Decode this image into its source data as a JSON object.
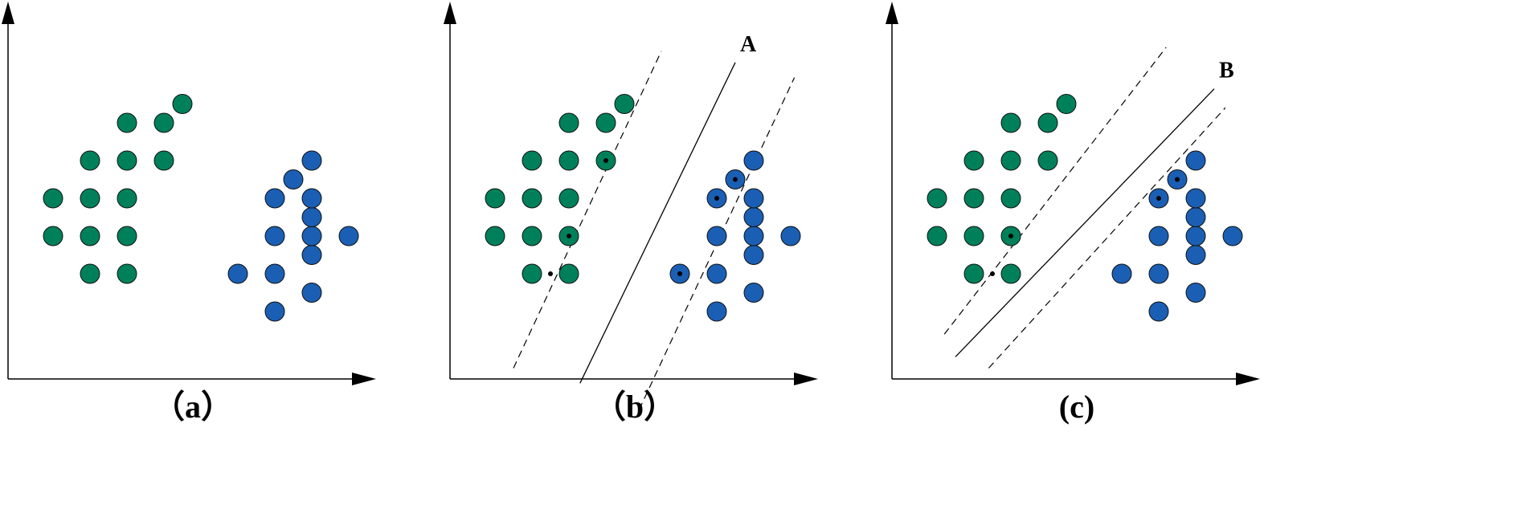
{
  "colors": {
    "class_1": "#00805a",
    "class_2": "#1a5fb4",
    "outline": "#111111",
    "axis": "#000000"
  },
  "panels": [
    {
      "caption": "（a）",
      "line_label": "",
      "class_1_points": [
        [
          1,
          2
        ],
        [
          2,
          2
        ],
        [
          0,
          3
        ],
        [
          1,
          3
        ],
        [
          2,
          3
        ],
        [
          0,
          4
        ],
        [
          1,
          4
        ],
        [
          2,
          4
        ],
        [
          1,
          5
        ],
        [
          2,
          5
        ],
        [
          3,
          5
        ],
        [
          2,
          6
        ],
        [
          3,
          6
        ],
        [
          3.5,
          6.5
        ]
      ],
      "class_2_points": [
        [
          5,
          2
        ],
        [
          6,
          1
        ],
        [
          6,
          2
        ],
        [
          7,
          1.5
        ],
        [
          7,
          2.5
        ],
        [
          6,
          3
        ],
        [
          7,
          3
        ],
        [
          8,
          3
        ],
        [
          7,
          3.5
        ],
        [
          6,
          4
        ],
        [
          7,
          4
        ],
        [
          6.5,
          4.5
        ],
        [
          7,
          5
        ]
      ],
      "separator": null,
      "margins": [],
      "support_vectors": []
    },
    {
      "caption": "（b）",
      "line_label": "A",
      "class_1_points": [
        [
          1,
          2
        ],
        [
          2,
          2
        ],
        [
          0,
          3
        ],
        [
          1,
          3
        ],
        [
          2,
          3
        ],
        [
          0,
          4
        ],
        [
          1,
          4
        ],
        [
          2,
          4
        ],
        [
          1,
          5
        ],
        [
          2,
          5
        ],
        [
          3,
          5
        ],
        [
          2,
          6
        ],
        [
          3,
          6
        ],
        [
          3.5,
          6.5
        ]
      ],
      "class_2_points": [
        [
          5,
          2
        ],
        [
          6,
          1
        ],
        [
          6,
          2
        ],
        [
          7,
          1.5
        ],
        [
          7,
          2.5
        ],
        [
          6,
          3
        ],
        [
          7,
          3
        ],
        [
          8,
          3
        ],
        [
          7,
          3.5
        ],
        [
          6,
          4
        ],
        [
          7,
          4
        ],
        [
          6.5,
          4.5
        ],
        [
          7,
          5
        ]
      ],
      "separator": [
        [
          2.3,
          -0.9
        ],
        [
          6.5,
          7.6
        ]
      ],
      "margins": [
        [
          [
            0.5,
            -0.5
          ],
          [
            4.5,
            7.9
          ]
        ],
        [
          [
            3.9,
            -1.6
          ],
          [
            8.1,
            7.2
          ]
        ]
      ],
      "support_vectors": [
        [
          1.5,
          2
        ],
        [
          2,
          3
        ],
        [
          3,
          5
        ],
        [
          5,
          2
        ],
        [
          6,
          4
        ],
        [
          6.5,
          4.5
        ]
      ]
    },
    {
      "caption": "(c)",
      "line_label": "B",
      "class_1_points": [
        [
          1,
          2
        ],
        [
          2,
          2
        ],
        [
          0,
          3
        ],
        [
          1,
          3
        ],
        [
          2,
          3
        ],
        [
          0,
          4
        ],
        [
          1,
          4
        ],
        [
          2,
          4
        ],
        [
          1,
          5
        ],
        [
          2,
          5
        ],
        [
          3,
          5
        ],
        [
          2,
          6
        ],
        [
          3,
          6
        ],
        [
          3.5,
          6.5
        ]
      ],
      "class_2_points": [
        [
          5,
          2
        ],
        [
          6,
          1
        ],
        [
          6,
          2
        ],
        [
          7,
          1.5
        ],
        [
          7,
          2.5
        ],
        [
          6,
          3
        ],
        [
          7,
          3
        ],
        [
          8,
          3
        ],
        [
          7,
          3.5
        ],
        [
          6,
          4
        ],
        [
          7,
          4
        ],
        [
          6.5,
          4.5
        ],
        [
          7,
          5
        ]
      ],
      "separator": [
        [
          0.5,
          -0.2
        ],
        [
          7.5,
          6.9
        ]
      ],
      "margins": [
        [
          [
            0.2,
            0.4
          ],
          [
            6.2,
            8.0
          ]
        ],
        [
          [
            1.4,
            -0.5
          ],
          [
            7.8,
            6.4
          ]
        ]
      ],
      "support_vectors": [
        [
          1.5,
          2
        ],
        [
          2,
          3
        ],
        [
          6,
          4
        ],
        [
          6.5,
          4.5
        ]
      ]
    }
  ]
}
